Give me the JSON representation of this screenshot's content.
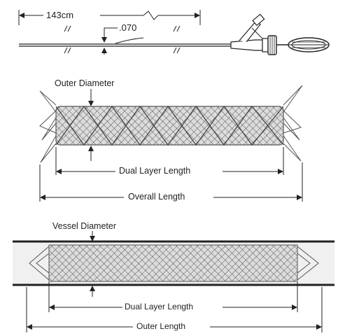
{
  "labels": {
    "delivery_length": "143cm",
    "wire_diameter": ".070",
    "outer_diameter": "Outer Diameter",
    "dual_layer_length_top": "Dual Layer Length",
    "overall_length": "Overall Length",
    "vessel_diameter": "Vessel Diameter",
    "dual_layer_length_bottom": "Dual Layer Length",
    "outer_length": "Outer Length"
  },
  "colors": {
    "line": "#222222",
    "mesh": "#6b6b6b",
    "mesh_fill": "#d9d9d9",
    "vessel_fill": "#efefef"
  },
  "icons": [
    "balloon-icon",
    "stent-mesh-icon",
    "vessel-icon",
    "arrow-icon"
  ]
}
